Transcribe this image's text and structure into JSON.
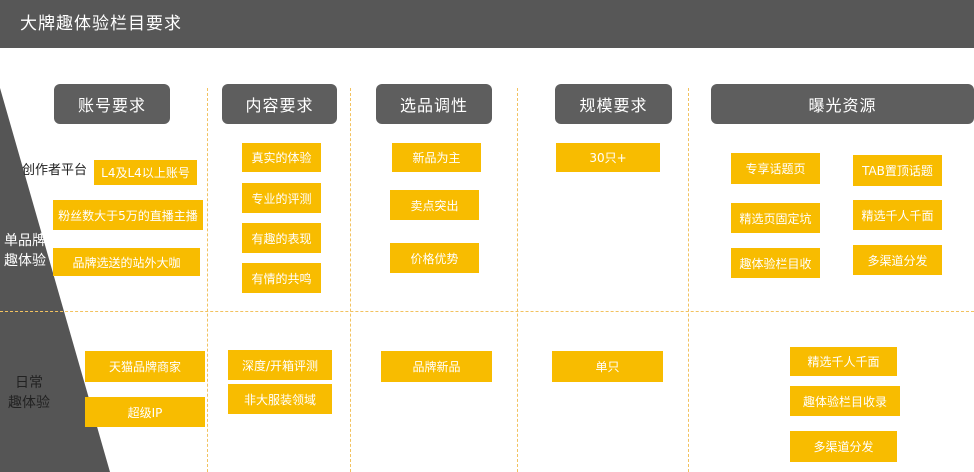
{
  "page_title": "大牌趣体验栏目要求",
  "colors": {
    "header_bg": "#5e5e5e",
    "box_bg": "#f8bc00",
    "wedge": "#555555",
    "dash": "#f2c260"
  },
  "columns": [
    {
      "header": "账号要求"
    },
    {
      "header": "内容要求"
    },
    {
      "header": "选品调性"
    },
    {
      "header": "规模要求"
    },
    {
      "header": "曝光资源"
    }
  ],
  "rows": {
    "single": {
      "label_line1": "单品牌",
      "label_line2": "趣体验"
    },
    "daily": {
      "label_line1": "日常",
      "label_line2": "趣体验"
    }
  },
  "creator_label": "创作者平台",
  "single_row": {
    "account": [
      "L4及L4以上账号",
      "粉丝数大于5万的直播主播",
      "品牌选送的站外大咖"
    ],
    "content": [
      "真实的体验",
      "专业的评测",
      "有趣的表现",
      "有情的共鸣"
    ],
    "selection": [
      "新品为主",
      "卖点突出",
      "价格优势"
    ],
    "scale": [
      "30只+"
    ],
    "exposure": [
      "专享话题页",
      "TAB置顶话题",
      "精选页固定坑",
      "精选千人千面",
      "趣体验栏目收",
      "多渠道分发"
    ]
  },
  "daily_row": {
    "account": [
      "天猫品牌商家",
      "超级IP"
    ],
    "content": [
      "深度/开箱评测",
      "非大服装领域"
    ],
    "selection": [
      "品牌新品"
    ],
    "scale": [
      "单只"
    ],
    "exposure": [
      "精选千人千面",
      "趣体验栏目收录",
      "多渠道分发"
    ]
  }
}
